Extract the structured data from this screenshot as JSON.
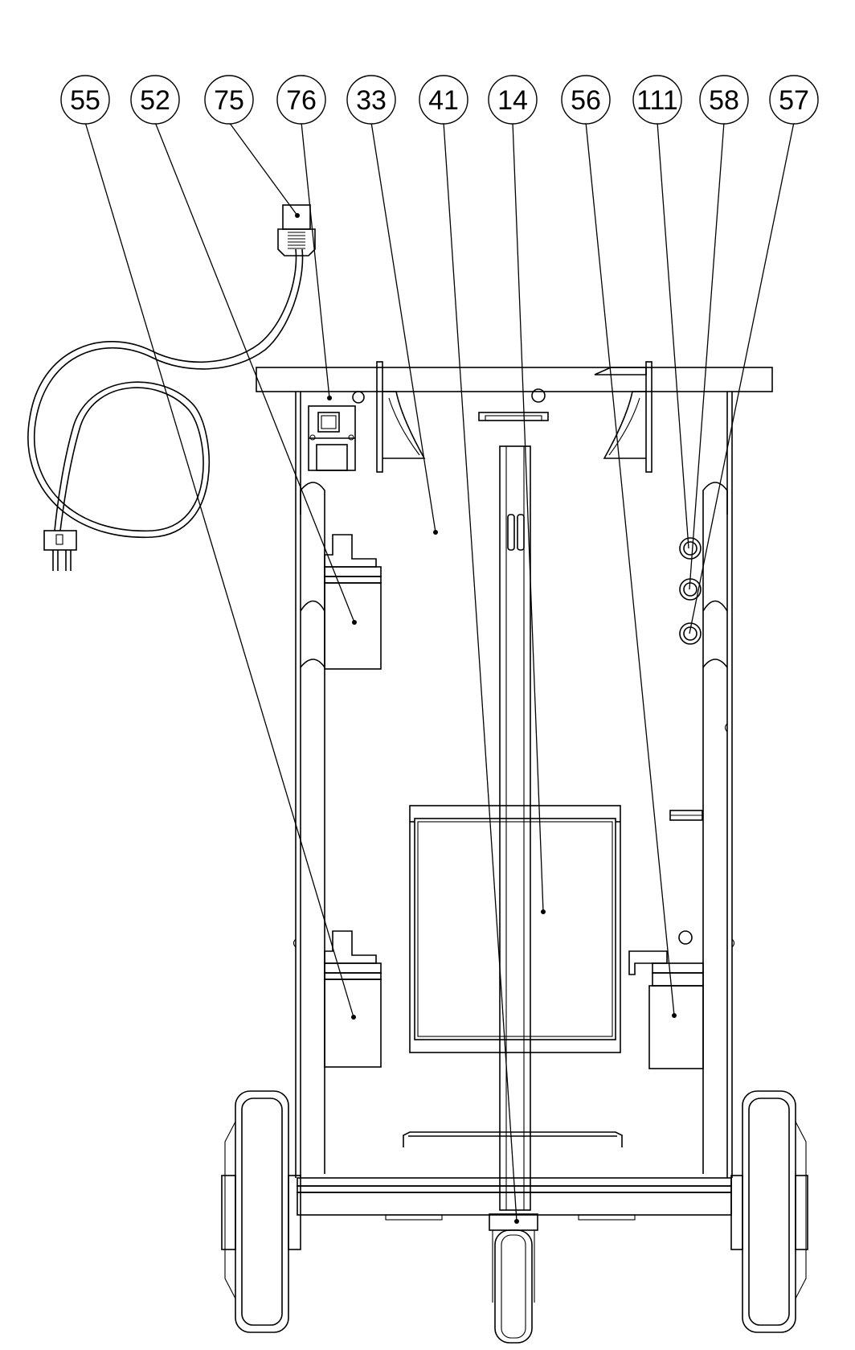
{
  "callouts": [
    {
      "label": "55"
    },
    {
      "label": "52"
    },
    {
      "label": "75"
    },
    {
      "label": "76"
    },
    {
      "label": "33"
    },
    {
      "label": "41"
    },
    {
      "label": "14"
    },
    {
      "label": "56"
    },
    {
      "label": "111"
    },
    {
      "label": "58"
    },
    {
      "label": "57"
    }
  ],
  "colors": {
    "line": "#000000",
    "background": "#ffffff"
  }
}
